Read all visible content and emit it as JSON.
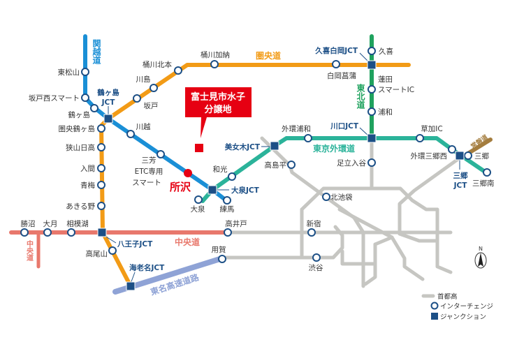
{
  "roads": {
    "kanetsu": "関越道",
    "kenodo": "圏央道",
    "tohoku": "東北道",
    "gaikan": "東京外環道",
    "chuo": "中央道",
    "chuo_branch": "中央道",
    "tomei": "東名高速道路",
    "joban": "常磐道"
  },
  "colors": {
    "kanetsu": "#1a8fd6",
    "kenodo": "#f29b16",
    "tohoku": "#1fa25e",
    "gaikan": "#2bb39a",
    "chuo": "#e8786c",
    "tomei": "#8fa3d6",
    "joban": "#a47d3e",
    "shutoko": "#c6c6c2",
    "junction": "#1c4f86",
    "highlight": "#e60012"
  },
  "junctions": {
    "tsurugashima": [
      "鶴ヶ島",
      "JCT"
    ],
    "kuki_shiraoka": "久喜白岡JCT",
    "kawaguchi": "川口JCT",
    "bijogi": "美女木JCT",
    "oizumi": "大泉JCT",
    "misato": [
      "三郷",
      "JCT"
    ],
    "hachioji": "八王子JCT",
    "ebina": "海老名JCT"
  },
  "interchanges": {
    "higashimatsuyama": "東松山",
    "sakadonishi": "坂戸西スマート",
    "tsurugashima": "鶴ヶ島",
    "kawagoe": "川越",
    "miyoshi": [
      "三芳",
      "ETC専用",
      "スマート"
    ],
    "oizumi": "大泉",
    "nerima": "練馬",
    "kenotsurugashima": "圏央鶴ヶ島",
    "sayamahidaka": "狭山日高",
    "iruma": "入間",
    "ome": "青梅",
    "akiruno": "あきる野",
    "sakado": "坂戸",
    "kawajima": "川島",
    "okegawakitamoto": "桶川北本",
    "okegawakano": "桶川加納",
    "shiraokashobu": "白岡菖蒲",
    "kuki": "久喜",
    "hasuda": [
      "蓮田",
      "スマートIC"
    ],
    "urawa": "浦和",
    "wako": "和光",
    "gaikanurawa": "外環浦和",
    "takashimadaira": "高島平",
    "kitaikebukuro": "北池袋",
    "adachiiriya": "足立入谷",
    "soka": "草加IC",
    "gaikanmisatonishi": "外環三郷西",
    "misato": "三郷",
    "misatominami": "三郷南",
    "katsunuma": "勝沼",
    "otsuki": "大月",
    "sagamiko": "相模湖",
    "takaido": "高井戸",
    "shinjuku": "新宿",
    "takaosan": "高尾山",
    "yoga": "用賀",
    "shibuya": "渋谷"
  },
  "property": {
    "callout": [
      "富士見市水子",
      "分譲地"
    ],
    "city": "所沢"
  },
  "legend": {
    "shutoko": "首都高",
    "interchange": "インターチェンジ",
    "junction": "ジャンクション"
  },
  "compass": "N"
}
